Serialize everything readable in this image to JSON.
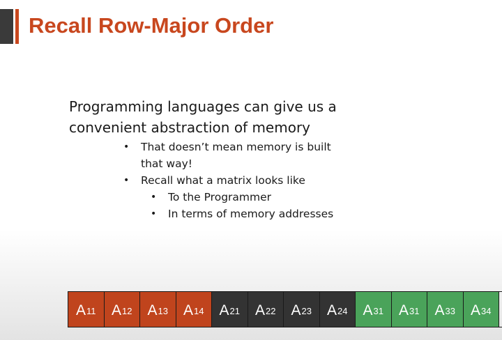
{
  "slide": {
    "title": "Recall Row-Major Order",
    "intro": "Programming languages can give us a convenient abstraction of memory",
    "bullets": [
      {
        "level": 1,
        "text": "That doesn’t mean memory is built that way!"
      },
      {
        "level": 1,
        "text": "Recall what a matrix looks like"
      },
      {
        "level": 2,
        "text": "To the Programmer"
      },
      {
        "level": 2,
        "text": "In terms of memory addresses"
      }
    ],
    "bullet_glyph": "•"
  },
  "memory_cells": [
    {
      "base": "A",
      "sub": "11",
      "row": 1
    },
    {
      "base": "A",
      "sub": "12",
      "row": 1
    },
    {
      "base": "A",
      "sub": "13",
      "row": 1
    },
    {
      "base": "A",
      "sub": "14",
      "row": 1
    },
    {
      "base": "A",
      "sub": "21",
      "row": 2
    },
    {
      "base": "A",
      "sub": "22",
      "row": 2
    },
    {
      "base": "A",
      "sub": "23",
      "row": 2
    },
    {
      "base": "A",
      "sub": "24",
      "row": 2
    },
    {
      "base": "A",
      "sub": "31",
      "row": 3
    },
    {
      "base": "A",
      "sub": "31",
      "row": 3
    },
    {
      "base": "A",
      "sub": "33",
      "row": 3
    },
    {
      "base": "A",
      "sub": "34",
      "row": 3
    }
  ],
  "colors": {
    "accent": "#c8471e",
    "row1": "#c0441d",
    "row2": "#333333",
    "row3": "#4aa35a"
  }
}
